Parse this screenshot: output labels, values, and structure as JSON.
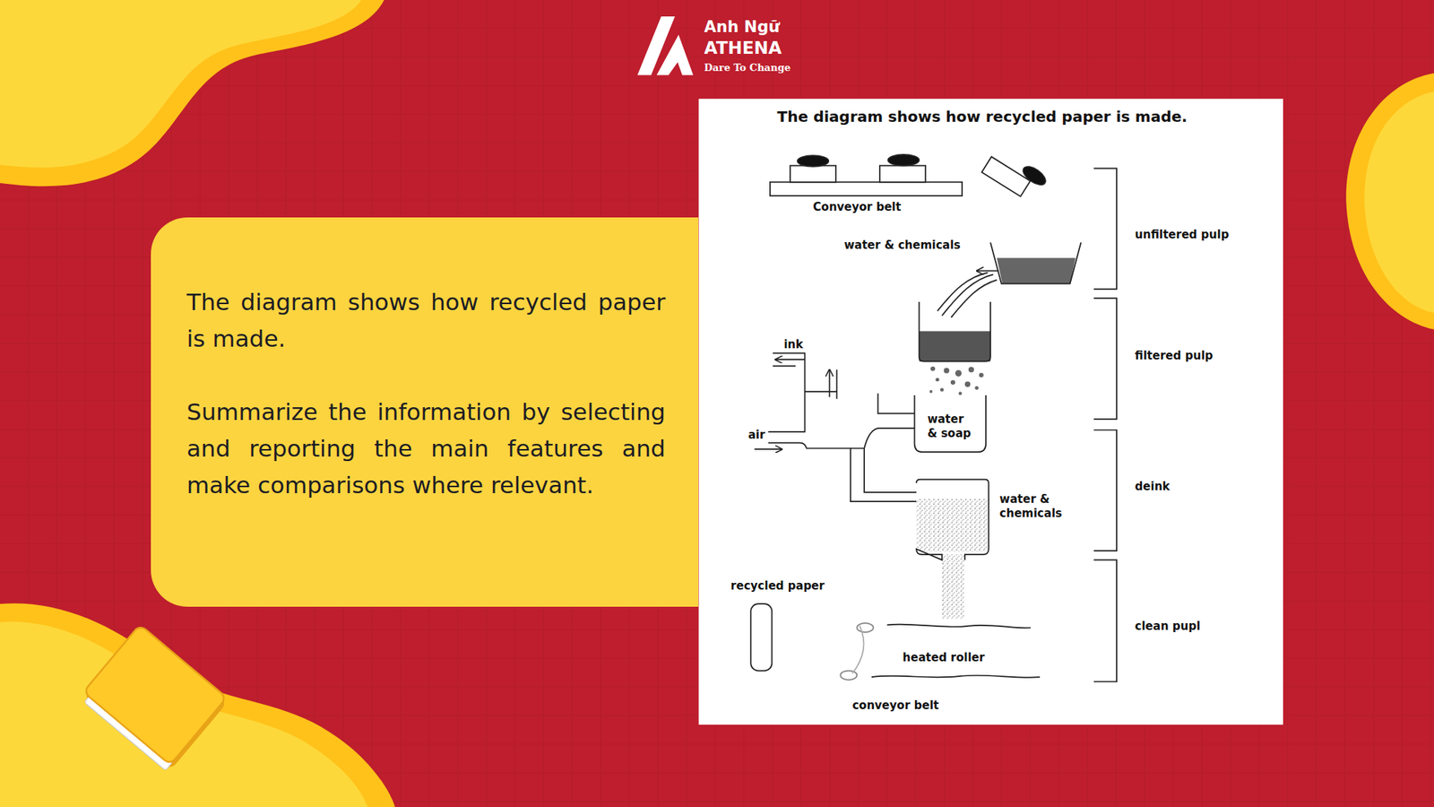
{
  "diagram": {
    "title": "The diagram shows how recycled paper is made.",
    "nodes": [
      {
        "text": [
          "The diagram shows how recycled paper is made.",
          "Summarize the information by selecting and reporting the main features and make comparisons where relevant."
        ]
      }
    ],
    "labels": [
      "Anh Ngữ",
      "ATHENA",
      "Dare To Change",
      "Conveyor belt",
      "water & chemicals",
      "unfiltered pulp",
      "ink",
      "filtered pulp",
      "air",
      "water & soap",
      "deink",
      "water & chemicals",
      "recycled paper",
      "clean pupl",
      "heated roller",
      "conveyor belt"
    ]
  }
}
